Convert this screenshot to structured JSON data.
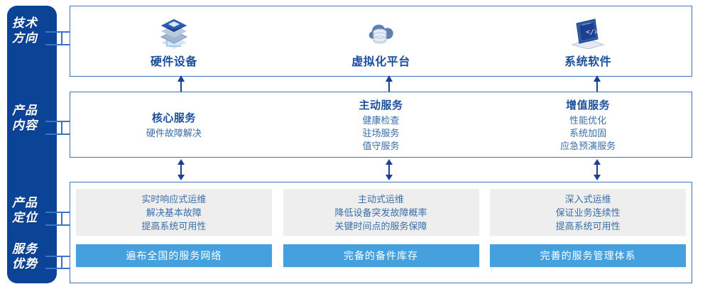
{
  "rail": {
    "labels": [
      {
        "name": "tech-direction",
        "line1": "技术",
        "line2": "方向"
      },
      {
        "name": "product-content",
        "line1": "产品",
        "line2": "内容"
      },
      {
        "name": "product-position",
        "line1": "产品",
        "line2": "定位"
      },
      {
        "name": "service-advantage",
        "line1": "服务",
        "line2": "优势"
      }
    ]
  },
  "tech_row": {
    "items": [
      {
        "icon": "server-stack-icon",
        "label": "硬件设备"
      },
      {
        "icon": "cloud-database-icon",
        "label": "虚拟化平台"
      },
      {
        "icon": "laptop-code-icon",
        "label": "系统软件"
      }
    ]
  },
  "content_row": {
    "columns": [
      {
        "title": "核心服务",
        "items": [
          "硬件故障解决"
        ]
      },
      {
        "title": "主动服务",
        "items": [
          "健康检查",
          "驻场服务",
          "值守服务"
        ]
      },
      {
        "title": "增值服务",
        "items": [
          "性能优化",
          "系统加固",
          "应急预演服务"
        ]
      }
    ]
  },
  "position_row": {
    "columns": [
      {
        "lines": [
          "实时响应式运维",
          "解决基本故障",
          "提高系统可用性"
        ],
        "advantage": "遍布全国的服务网络"
      },
      {
        "lines": [
          "主动式运维",
          "降低设备突发故障概率",
          "关键时间点的服务保障"
        ],
        "advantage": "完备的备件库存"
      },
      {
        "lines": [
          "深入式运维",
          "保证业务连续性",
          "提高系统可用性"
        ],
        "advantage": "完善的服务管理体系"
      }
    ]
  },
  "colors": {
    "rail_blue": "#0b4397",
    "panel_border": "#3b74c4",
    "title_blue": "#1b4f9c",
    "text_blue": "#3a6ea8",
    "bar_blue": "#45a1dd",
    "gray_box": "#eeeeee",
    "arrow": "#1b3f8f"
  }
}
